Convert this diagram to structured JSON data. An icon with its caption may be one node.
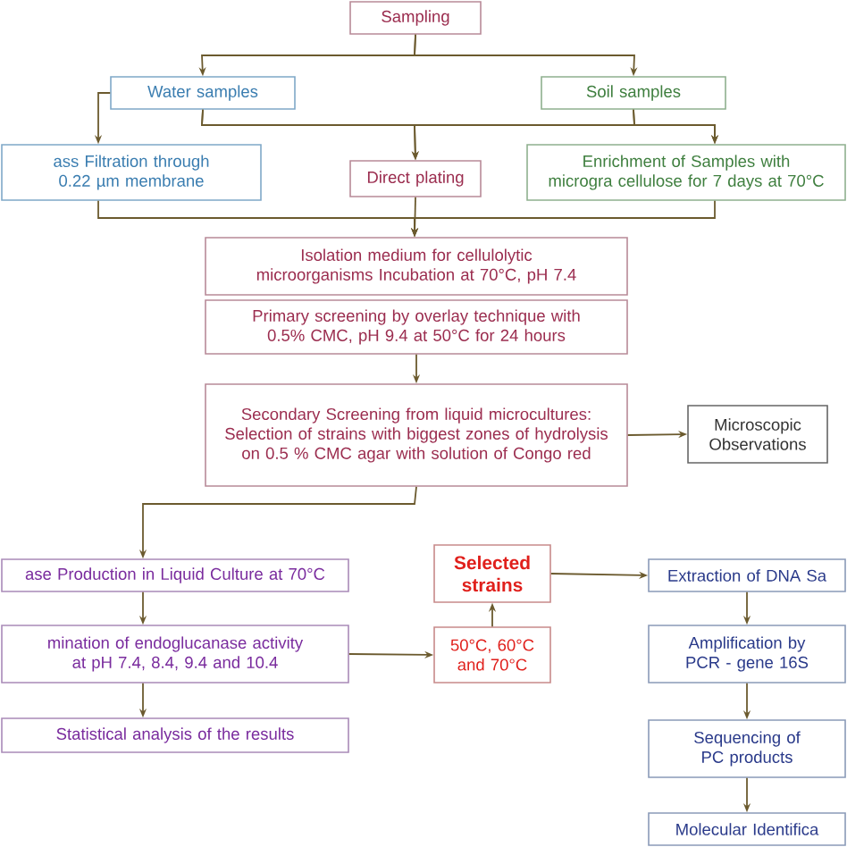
{
  "diagram": {
    "nodes": [
      {
        "text": [
          "Sampling"
        ]
      },
      {
        "text": [
          "Water samples"
        ]
      },
      {
        "text": [
          "Soil samples"
        ]
      },
      {
        "text": [
          "ass Filtration through 0.22 µm membrane"
        ]
      },
      {
        "text": [
          "Direct plating"
        ]
      },
      {
        "text": [
          "Enrichment of Samples with microgra cellulose for 7 days at 70°C"
        ]
      },
      {
        "text": [
          "Isolation medium for cellulolytic microorganisms Incubation at 70°C, pH 7.4"
        ]
      },
      {
        "text": [
          "Primary screening by overlay technique with 0.5% CMC, pH 9.4 at 50°C for 24 hours"
        ]
      },
      {
        "text": [
          "Secondary Screening from liquid microcultures: Selection of strains with biggest zones of hydrolysis on 0.5 % CMC agar with solution of Congo red"
        ]
      },
      {
        "text": [
          "Microscopic Observations"
        ]
      },
      {
        "text": [
          "ase Production in Liquid Culture at 70°C"
        ]
      },
      {
        "text": [
          "mination of endoglucanase activity at pH 7.4, 8.4, 9.4 and 10.4"
        ]
      },
      {
        "text": [
          "Statistical analysis of the results"
        ]
      },
      {
        "text": [
          "Selected strains"
        ]
      },
      {
        "text": [
          "50°C, 60°C and 70°C"
        ]
      },
      {
        "text": [
          "Extraction of DNA Sa"
        ]
      },
      {
        "text": [
          "Amplification by PCR - gene 16S"
        ]
      },
      {
        "text": [
          "Sequencing of PC products"
        ]
      },
      {
        "text": [
          "Molecular Identifica"
        ]
      }
    ],
    "edges": [
      {
        "from": 0,
        "to": 1,
        "arrow": "to"
      },
      {
        "from": 0,
        "to": 2,
        "arrow": "to"
      },
      {
        "from": 1,
        "to": 3,
        "arrow": "to"
      },
      {
        "from": 1,
        "to": 4,
        "arrow": "to"
      },
      {
        "from": 1,
        "to": 5,
        "arrow": "to"
      },
      {
        "from": 2,
        "to": 4,
        "arrow": "to"
      },
      {
        "from": 2,
        "to": 5,
        "arrow": "to"
      },
      {
        "from": 3,
        "to": 6,
        "arrow": "to"
      },
      {
        "from": 4,
        "to": 6,
        "arrow": "to"
      },
      {
        "from": 5,
        "to": 6,
        "arrow": "to"
      },
      {
        "from": 7,
        "to": 8,
        "arrow": "to"
      },
      {
        "from": 8,
        "to": 9,
        "arrow": "to"
      },
      {
        "from": 8,
        "to": 10,
        "arrow": "to"
      },
      {
        "from": 10,
        "to": 11,
        "arrow": "to"
      },
      {
        "from": 11,
        "to": 12,
        "arrow": "to"
      },
      {
        "from": 11,
        "to": 14,
        "arrow": "to"
      },
      {
        "from": 14,
        "to": 13,
        "arrow": "to"
      },
      {
        "from": 13,
        "to": 15,
        "arrow": "to"
      },
      {
        "from": 15,
        "to": 16,
        "arrow": "to"
      },
      {
        "from": 16,
        "to": 17,
        "arrow": "to"
      },
      {
        "from": 17,
        "to": 18,
        "arrow": "to"
      }
    ]
  }
}
